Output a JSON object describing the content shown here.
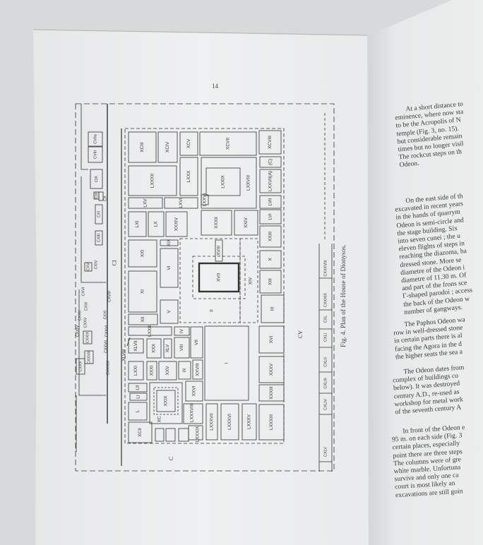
{
  "left_page": {
    "page_number": "14",
    "caption": "Fig. 4. Plan of the House of Dionysos.",
    "streets": [
      "CI",
      "CV",
      "C"
    ],
    "rooms": [
      "XCIII",
      "XCIV",
      "XCV",
      "XCVII",
      "XCVIII",
      "LXXXII",
      "LXXX",
      "LXXVIII",
      "LXXIX",
      "(C)",
      "LXXVII(A)",
      "LVII",
      "LXV",
      "LXVI",
      "LXI",
      "LX",
      "XXXIV",
      "XXXII",
      "XXIV",
      "LVI",
      "XXIII",
      "XXI",
      "XIX",
      "VI",
      "XIV",
      "XVII",
      "X",
      "XIII",
      "III",
      "XI",
      "V",
      "XII",
      "LXXII",
      "IV",
      "I",
      "XVI",
      "XXXV",
      "XXXIII",
      "LXXXIII",
      "XLVII",
      "XXX",
      "XLV",
      "VIII",
      "VII",
      "LXXI",
      "XXXI",
      "XXV",
      "IX",
      "XXVIII",
      "LII",
      "LI",
      "L",
      "XC",
      "XXIX",
      "XXVI",
      "LXXXVIII",
      "XCII",
      "LXXXIX",
      "LXXXVII",
      "LXXXVI",
      "LXXXV",
      "II",
      "XVIII",
      "XLVIII",
      "LXXVI"
    ],
    "west_rooms": [
      "CVIIa",
      "CVIII",
      "CIX",
      "CIX",
      "CX",
      "CXI",
      "CXIII",
      "CXIV",
      "CXV",
      "CXVI",
      "CXVIII",
      "CXIX",
      "CXXII",
      "CXXI",
      "CXXIV",
      "CXXV",
      "CXXIX",
      "CXXVI",
      "CXXVIII",
      "CXXVII",
      "CXXX",
      "CXXXIX"
    ],
    "east_rooms": [
      "CXXXVIII",
      "CXXXIX",
      "CXL",
      "CXLI",
      "CXLII",
      "CXLIII",
      "CXLIV",
      "CXLV"
    ]
  },
  "right_page": {
    "paragraphs": [
      [
        "At a short distance to",
        "eminence, where now sta",
        "to be the Acropolis of N",
        "temple (Fig. 3, no. 15).",
        "but considerable remain",
        "times but no longer visil",
        "The rockcut steps on th",
        "Odeon."
      ],
      [
        "On the east side of th",
        "excavated in recent years",
        "in the hands of quarrym",
        "Odeon is semi-circle and",
        "the stage building.  Six",
        "into seven cunei ;  the u",
        "eleven flights of steps in",
        "reaching the diazoma, ha",
        "dressed stone.  More se",
        "diametre of the Odeon i",
        "diametre of 11.30 m.  Of",
        "and part of the frons sce",
        "Γ-shaped parodoi ; access",
        "the back of the Odeon w",
        "number of gangways."
      ],
      [
        "The Paphos Odeon wa",
        "row in well-dressed stone",
        "in certain parts there is al",
        "facing the Agora in the d",
        "the higher seats the sea a"
      ],
      [
        "The Odeon dates from",
        "complex of buildings co",
        "below).  It was destroyed",
        "century A.D., re-used as",
        "workshop for metal work",
        "of the seventh century A"
      ],
      [
        "In front of the Odeon e",
        "95 m. on each side (Fig. 3",
        "certain places, especially",
        "point there are three steps",
        "The columns were of gre",
        "white marble.  Unfortuna",
        "survive and only one ca",
        "court is most likely an",
        "excavations are still goin"
      ]
    ]
  },
  "colors": {
    "paper": "#eeeff0",
    "ink": "#3a3a3a",
    "background": "#dcdddf"
  }
}
